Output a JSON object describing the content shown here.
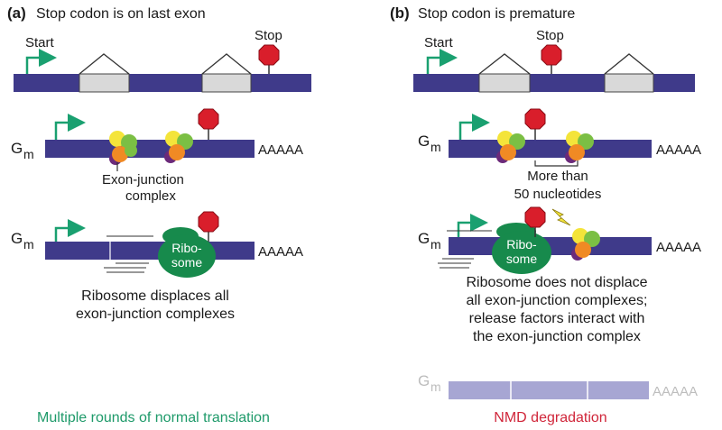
{
  "colors": {
    "mrna": "#3f3a8a",
    "mrna_faded": "#a7a6d3",
    "intron_box": "#d9d9d9",
    "arrow_green": "#1aa070",
    "stop_red": "#d91e2b",
    "ribosome": "#178a4c",
    "ejc_yellow": "#f4e43a",
    "ejc_green": "#7bbf44",
    "ejc_orange": "#f08a24",
    "ejc_purple": "#6b2a7a",
    "caption_green": "#1e9a6a",
    "caption_red": "#d0263a",
    "text": "#1a1a1a",
    "gray_text": "#bdbdbd"
  },
  "panel_a": {
    "tag": "(a)",
    "title": "Stop codon is on last exon",
    "start_label": "Start",
    "stop_label": "Stop",
    "cap_G": "G",
    "cap_m": "m",
    "polyA": "AAAAA",
    "ejc_label_1": "Exon-junction",
    "ejc_label_2": "complex",
    "ribosome_1": "Ribo-",
    "ribosome_2": "some",
    "desc_1": "Ribosome displaces all",
    "desc_2": "exon-junction complexes",
    "caption": "Multiple rounds of normal translation"
  },
  "panel_b": {
    "tag": "(b)",
    "title": "Stop codon is premature",
    "start_label": "Start",
    "stop_label": "Stop",
    "cap_G": "G",
    "cap_m": "m",
    "polyA": "AAAAA",
    "distance_1": "More than",
    "distance_2": "50 nucleotides",
    "ribosome_1": "Ribo-",
    "ribosome_2": "some",
    "desc_1": "Ribosome does not displace",
    "desc_2": "all exon-junction complexes;",
    "desc_3": "release factors interact with",
    "desc_4": "the exon-junction complex",
    "caption": "NMD degradation"
  }
}
